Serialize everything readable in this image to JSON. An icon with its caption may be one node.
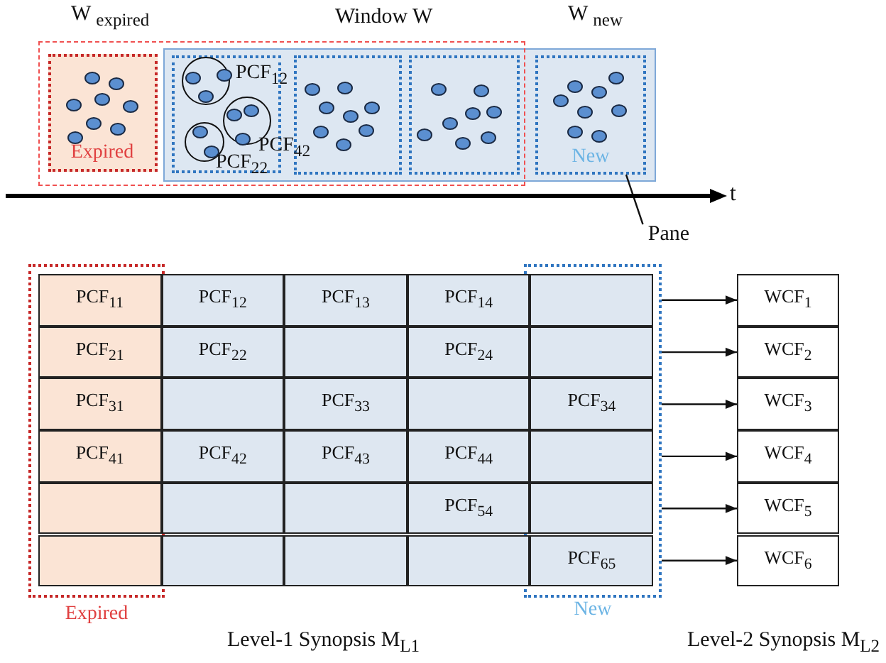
{
  "diagram": {
    "nodes": [
      {
        "text": [],
        "shape": "box"
      },
      {
        "text": [],
        "shape": "box"
      },
      {
        "text": [
          "Expired"
        ],
        "in": 0
      },
      {
        "text": [],
        "shape": "box"
      },
      {
        "text": [],
        "shape": "circle",
        "in": 3,
        "beside": [
          "PCF$_{12}$"
        ]
      },
      {
        "text": [],
        "shape": "circle",
        "in": 3,
        "beside": [
          "PCF$_{42}$"
        ]
      },
      {
        "text": [],
        "shape": "circle",
        "in": 3,
        "beside": [
          "PCF$_{22}$"
        ]
      },
      {
        "text": [],
        "shape": "box"
      },
      {
        "text": [],
        "shape": "box"
      },
      {
        "text": [
          "New"
        ],
        "in": 1
      },
      {
        "text": [
          "Pane"
        ]
      },
      {
        "text": [
          "Expired"
        ]
      },
      {
        "text": [
          "New"
        ]
      },
      {
        "text": [
          "PCF$_{11}$"
        ],
        "in": 11
      },
      {
        "text": [
          "PCF$_{12}$"
        ]
      },
      {
        "text": [
          "PCF$_{13}$"
        ]
      },
      {
        "text": [
          "PCF$_{14}$"
        ]
      },
      {
        "text": [],
        "shape": "box",
        "in": 12
      },
      {
        "text": [
          "PCF$_{21}$"
        ],
        "in": 11
      },
      {
        "text": [
          "PCF$_{22}$"
        ]
      },
      {
        "text": [],
        "shape": "box"
      },
      {
        "text": [
          "PCF$_{24}$"
        ]
      },
      {
        "text": [],
        "shape": "box",
        "in": 12
      },
      {
        "text": [
          "PCF$_{31}$"
        ],
        "in": 11
      },
      {
        "text": [],
        "shape": "box"
      },
      {
        "text": [
          "PCF$_{33}$"
        ]
      },
      {
        "text": [],
        "shape": "box"
      },
      {
        "text": [
          "PCF$_{34}$"
        ],
        "in": 12
      },
      {
        "text": [
          "PCF$_{41}$"
        ],
        "in": 11
      },
      {
        "text": [
          "PCF$_{42}$"
        ]
      },
      {
        "text": [
          "PCF$_{43}$"
        ]
      },
      {
        "text": [
          "PCF$_{44}$"
        ]
      },
      {
        "text": [],
        "shape": "box",
        "in": 12
      },
      {
        "text": [],
        "shape": "box",
        "in": 11
      },
      {
        "text": [],
        "shape": "box"
      },
      {
        "text": [],
        "shape": "box"
      },
      {
        "text": [
          "PCF$_{54}$"
        ]
      },
      {
        "text": [],
        "shape": "box",
        "in": 12
      },
      {
        "text": [],
        "shape": "box",
        "in": 11
      },
      {
        "text": [],
        "shape": "box"
      },
      {
        "text": [],
        "shape": "box"
      },
      {
        "text": [],
        "shape": "box"
      },
      {
        "text": [
          "PCF$_{65}$"
        ],
        "in": 12
      },
      {
        "text": [
          "WCF$_{1}$"
        ]
      },
      {
        "text": [
          "WCF$_{2}$"
        ]
      },
      {
        "text": [
          "WCF$_{3}$"
        ]
      },
      {
        "text": [
          "WCF$_{4}$"
        ]
      },
      {
        "text": [
          "WCF$_{5}$"
        ]
      },
      {
        "text": [
          "WCF$_{6}$"
        ]
      }
    ],
    "edges": [
      {
        "from": 10,
        "to": 9,
        "arrow": "none"
      },
      {
        "from": 12,
        "to": 43,
        "arrow": "to"
      },
      {
        "from": 12,
        "to": 44,
        "arrow": "to"
      },
      {
        "from": 12,
        "to": 45,
        "arrow": "to"
      },
      {
        "from": 12,
        "to": 46,
        "arrow": "to"
      },
      {
        "from": 12,
        "to": 47,
        "arrow": "to"
      },
      {
        "from": 12,
        "to": 48,
        "arrow": "to"
      }
    ],
    "labels": [
      "W $_{expired}$",
      "Window W",
      "W $_{new}$",
      "t",
      "Level-1 Synopsis M$_{L1}$",
      "Level-2 Synopsis M$_{L2}$"
    ]
  }
}
